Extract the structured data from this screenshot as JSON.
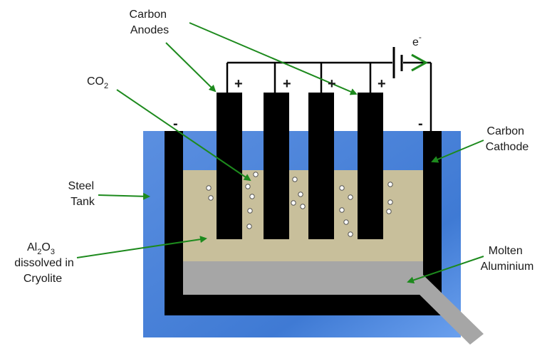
{
  "labels": {
    "carbon_anodes": [
      "Carbon",
      "Anodes"
    ],
    "co2": {
      "base": "CO",
      "sub": "2"
    },
    "electron": {
      "base": "e",
      "sup": "-"
    },
    "carbon_cathode": [
      "Carbon",
      "Cathode"
    ],
    "steel_tank": [
      "Steel",
      "Tank"
    ],
    "electrolyte": {
      "l1_a": "Al",
      "l1_s1": "2",
      "l1_b": "O",
      "l1_s2": "3",
      "l2": "dissolved in",
      "l3": "Cryolite"
    },
    "molten_aluminium": [
      "Molten",
      "Aluminium"
    ]
  },
  "signs": {
    "anode": "+",
    "cathode": "-"
  },
  "colors": {
    "steel_tank": "#4a82d6",
    "carbon": "#000000",
    "electrolyte": "#c8bf9b",
    "molten_aluminium": "#a6a6a6",
    "arrow": "#1d8a1d",
    "wire": "#000000"
  }
}
